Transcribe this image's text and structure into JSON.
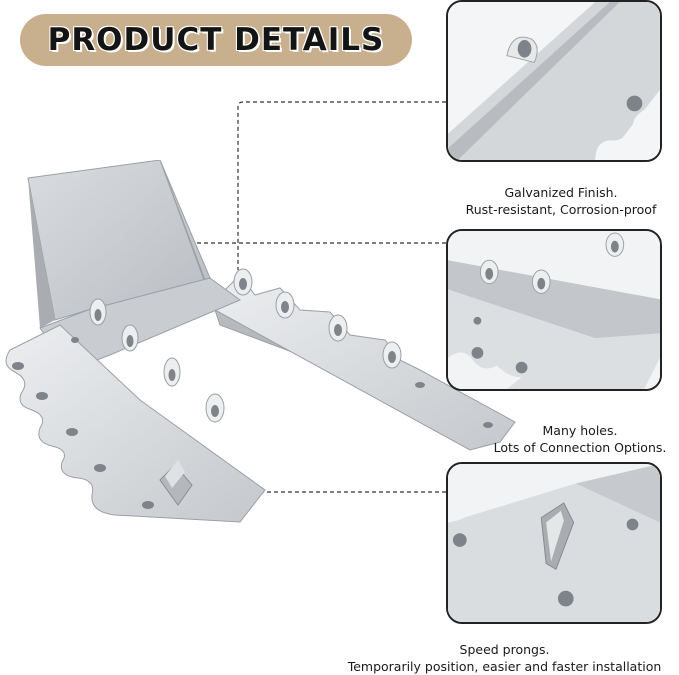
{
  "banner": {
    "title": "PRODUCT DETAILS"
  },
  "features": [
    {
      "line1": "Galvanized Finish.",
      "line2": "Rust-resistant, Corrosion-proof"
    },
    {
      "line1": "Many holes.",
      "line2": "Lots of Connection Options."
    },
    {
      "line1": "Speed prongs.",
      "line2": "Temporarily position, easier and faster installation"
    }
  ],
  "colors": {
    "banner_bg": "#c8b08e",
    "metal_light": "#e6e8ea",
    "metal_mid": "#c3c6ca",
    "metal_dark": "#9ea2a7",
    "frame": "#222222"
  }
}
